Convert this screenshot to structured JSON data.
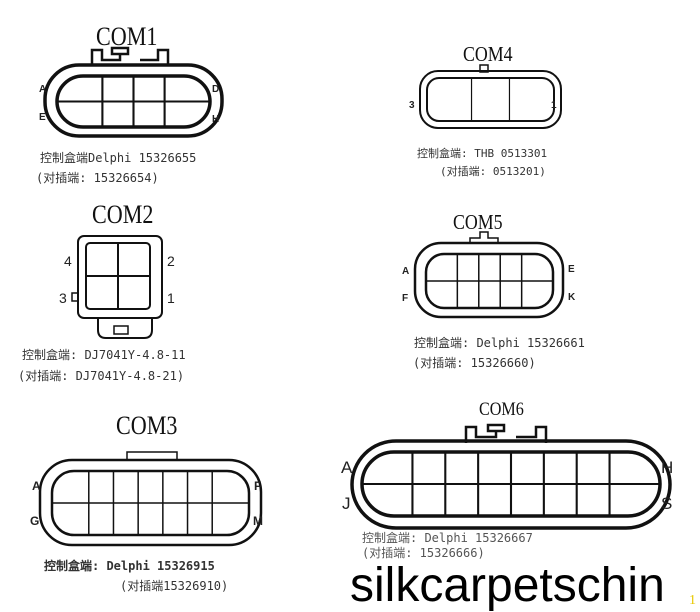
{
  "connectors": {
    "com1": {
      "title": "COM1",
      "pins": {
        "top_left": "A",
        "bottom_left": "E",
        "top_right": "D",
        "bottom_right": "H"
      },
      "caption1": "控制盒端Delphi 15326655",
      "caption2": "(对插端: 15326654)"
    },
    "com2": {
      "title": "COM2",
      "pins": {
        "p4": "4",
        "p2": "2",
        "p3": "3",
        "p1": "1"
      },
      "caption1": "控制盒端: DJ7041Y-4.8-11",
      "caption2": "(对插端: DJ7041Y-4.8-21)"
    },
    "com3": {
      "title": "COM3",
      "pins": {
        "top_left": "A",
        "bottom_left": "G",
        "top_right": "F",
        "bottom_right": "M"
      },
      "caption1": "控制盒端: Delphi 15326915",
      "caption2": "(对插端15326910)"
    },
    "com4": {
      "title": "COM4",
      "pins": {
        "left": "3",
        "right": "1"
      },
      "caption1": "控制盒端: THB 0513301",
      "caption2": "(对插端: 0513201)"
    },
    "com5": {
      "title": "COM5",
      "pins": {
        "top_left": "A",
        "bottom_left": "F",
        "top_right": "E",
        "bottom_right": "K"
      },
      "caption1": "控制盒端: Delphi 15326661",
      "caption2": "(对插端: 15326660)"
    },
    "com6": {
      "title": "COM6",
      "pins": {
        "top_left": "A",
        "bottom_left": "J",
        "top_right": "H",
        "bottom_right": "S"
      },
      "caption1": "控制盒端: Delphi 15326667",
      "caption2": "(对插端: 15326666)"
    }
  },
  "watermark": "silkcarpetschin",
  "corner_mark": "1"
}
